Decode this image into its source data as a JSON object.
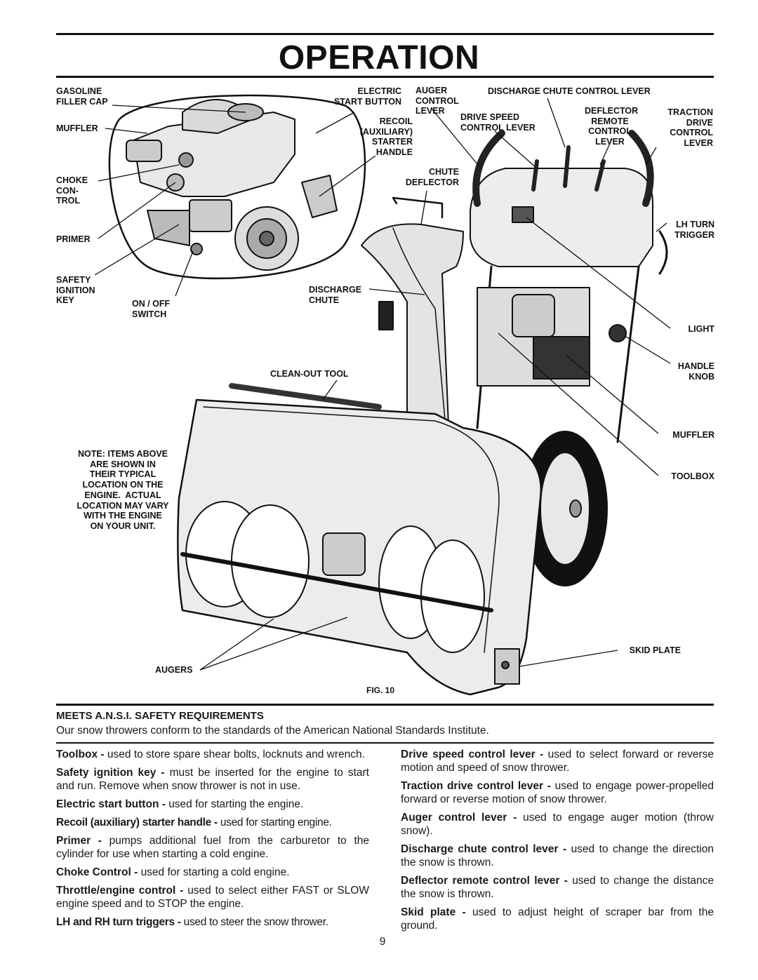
{
  "page": {
    "title": "OPERATION",
    "page_number": "9"
  },
  "figure": {
    "caption": "FIG. 10",
    "note": "NOTE: ITEMS ABOVE\nARE SHOWN IN\nTHEIR TYPICAL\nLOCATION ON THE\nENGINE.  ACTUAL\nLOCATION MAY VARY\nWITH THE ENGINE\nON YOUR UNIT.",
    "labels": {
      "gasoline_filler_cap": "GASOLINE\nFILLER CAP",
      "muffler_engine": "MUFFLER",
      "choke_control": "CHOKE\nCON-\nTROL",
      "primer": "PRIMER",
      "safety_ignition_key": "SAFETY\nIGNITION\nKEY",
      "on_off_switch": "ON / OFF\nSWITCH",
      "electric_start_button": "ELECTRIC\nSTART BUTTON",
      "recoil_starter_handle": "RECOIL\n(AUXILIARY)\nSTARTER\nHANDLE",
      "auger_control_lever": "AUGER\nCONTROL\nLEVER",
      "discharge_chute_control_lever": "DISCHARGE CHUTE CONTROL LEVER",
      "drive_speed_control_lever": "DRIVE SPEED\nCONTROL LEVER",
      "deflector_remote_control_lever": "DEFLECTOR\nREMOTE\nCONTROL\nLEVER",
      "traction_drive_control_lever": "TRACTION\nDRIVE\nCONTROL\nLEVER",
      "chute_deflector": "CHUTE\nDEFLECTOR",
      "lh_turn_trigger": "LH TURN\nTRIGGER",
      "discharge_chute": "DISCHARGE\nCHUTE",
      "light": "LIGHT",
      "handle_knob": "HANDLE\nKNOB",
      "clean_out_tool": "CLEAN-OUT TOOL",
      "muffler_machine": "MUFFLER",
      "toolbox": "TOOLBOX",
      "skid_plate": "SKID PLATE",
      "augers": "AUGERS"
    }
  },
  "section": {
    "heading": "MEETS A.N.S.I. SAFETY REQUIREMENTS",
    "intro": "Our snow throwers conform to the standards of the American National Standards Institute."
  },
  "left_items": [
    {
      "term": "Toolbox - ",
      "desc": "used to store spare shear bolts, locknuts and wrench."
    },
    {
      "term": "Safety ignition key - ",
      "desc": "must be inserted for the engine to start and run.  Remove when snow thrower is not in use."
    },
    {
      "term": "Electric start button - ",
      "desc": "used for starting the engine."
    },
    {
      "term": "Recoil (auxiliary) starter handle - ",
      "desc": "used for starting engine."
    },
    {
      "term": "Primer - ",
      "desc": "pumps additional fuel from the carburetor to the cylinder for use when starting a cold engine."
    },
    {
      "term": "Choke Control - ",
      "desc": "used for starting a cold engine."
    },
    {
      "term": "Throttle/engine control - ",
      "desc": "used to select either FAST or SLOW engine speed and to STOP the engine."
    },
    {
      "term": "LH and RH turn triggers - ",
      "desc": "used to steer the snow thrower."
    }
  ],
  "right_items": [
    {
      "term": "Drive speed control lever - ",
      "desc": "used to select forward or reverse motion and speed of snow thrower."
    },
    {
      "term": "Traction drive control lever - ",
      "desc": "used to engage power-propelled forward or reverse motion of snow thrower."
    },
    {
      "term": "Auger control lever - ",
      "desc": "used to engage auger motion (throw snow)."
    },
    {
      "term": "Discharge chute control lever - ",
      "desc": "used to change the direction the snow is thrown."
    },
    {
      "term": "Deflector remote control lever - ",
      "desc": "used to change the distance the snow is thrown."
    },
    {
      "term": "Skid plate - ",
      "desc": "used to adjust height of scraper bar from the ground."
    }
  ]
}
